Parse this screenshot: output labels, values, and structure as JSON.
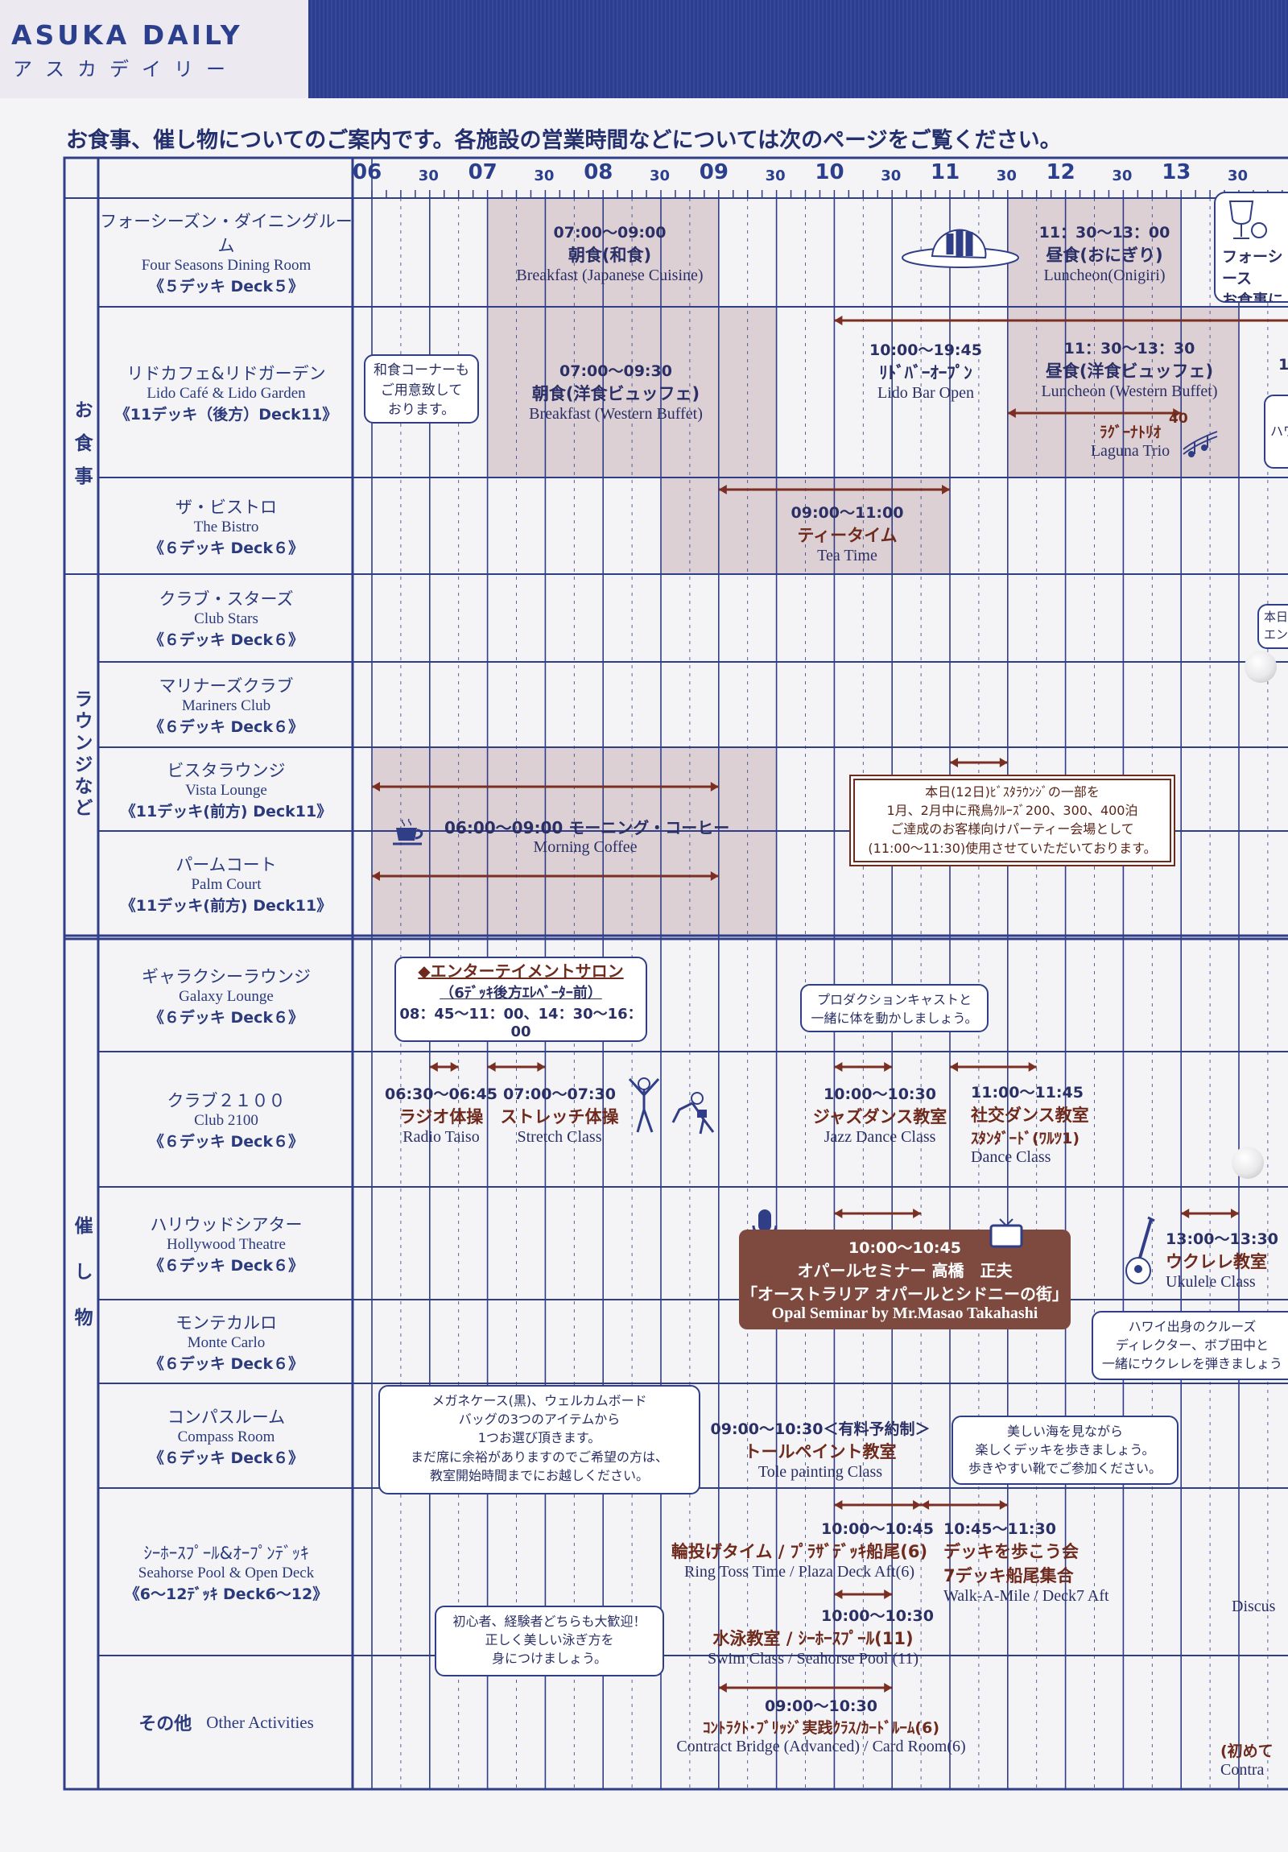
{
  "masthead": {
    "title_en": "ASUKA DAILY",
    "title_jp": "アスカデイリー"
  },
  "intro": "お食事、催し物についてのご案内です。各施設の営業時間などについては次のページをご覧ください。",
  "time_axis": [
    "06",
    "30",
    "07",
    "30",
    "08",
    "30",
    "09",
    "30",
    "10",
    "30",
    "11",
    "30",
    "12",
    "30",
    "13",
    "30"
  ],
  "groups": {
    "dining": "お食事",
    "lounge": "ラウンジなど",
    "events": "催し物"
  },
  "rows": [
    {
      "jp": "フォーシーズン・ダイニングルーム",
      "en": "Four Seasons Dining Room",
      "deck": "《５デッキ Deck５》"
    },
    {
      "jp": "リドカフェ&リドガーデン",
      "en": "Lido Café & Lido Garden",
      "deck": "《11デッキ（後方）Deck11》"
    },
    {
      "jp": "ザ・ビストロ",
      "en": "The Bistro",
      "deck": "《６デッキ Deck６》"
    },
    {
      "jp": "クラブ・スターズ",
      "en": "Club Stars",
      "deck": "《６デッキ Deck６》"
    },
    {
      "jp": "マリナーズクラブ",
      "en": "Mariners Club",
      "deck": "《６デッキ Deck６》"
    },
    {
      "jp": "ビスタラウンジ",
      "en": "Vista Lounge",
      "deck": "《11デッキ(前方) Deck11》"
    },
    {
      "jp": "パームコート",
      "en": "Palm Court",
      "deck": "《11デッキ(前方) Deck11》"
    },
    {
      "jp": "ギャラクシーラウンジ",
      "en": "Galaxy Lounge",
      "deck": "《６デッキ Deck６》"
    },
    {
      "jp": "クラブ２１００",
      "en": "Club 2100",
      "deck": "《６デッキ Deck６》"
    },
    {
      "jp": "ハリウッドシアター",
      "en": "Hollywood Theatre",
      "deck": "《６デッキ Deck６》"
    },
    {
      "jp": "モンテカルロ",
      "en": "Monte Carlo",
      "deck": "《６デッキ Deck６》"
    },
    {
      "jp": "コンパスルーム",
      "en": "Compass Room",
      "deck": "《６デッキ Deck６》"
    },
    {
      "jp": "ｼｰﾎｰｽﾌﾟｰﾙ&ｵｰﾌﾟﾝﾃﾞｯｷ",
      "en": "Seahorse Pool & Open Deck",
      "deck": "《6～12ﾃﾞｯｷ Deck6～12》"
    },
    {
      "jp": "その他",
      "en": "Other Activities",
      "deck": ""
    }
  ],
  "events": {
    "fs_breakfast": {
      "time": "07:00～09:00",
      "jp": "朝食(和食)",
      "en": "Breakfast (Japanese Cuisine)"
    },
    "fs_lunch": {
      "time": "11：30～13：00",
      "jp": "昼食(おにぎり)",
      "en": "Luncheon(Onigiri)"
    },
    "fs_cut": {
      "line1": "フォーシース",
      "line2": "お食事に"
    },
    "lido_breakfast": {
      "time": "07:00～09:30",
      "jp": "朝食(洋食ビュッフェ)",
      "en": "Breakfast (Western Buffet)"
    },
    "lido_bar": {
      "time": "10:00～19:45",
      "jp": "ﾘﾄﾞﾊﾞｰｵｰﾌﾟﾝ",
      "en": "Lido Bar Open"
    },
    "lido_lunch": {
      "time": "11：30～13：30",
      "jp": "昼食(洋食ビュッフェ)",
      "en": "Luncheon (Western Buffet)"
    },
    "laguna": {
      "jp": "ﾗｸﾞｰﾅﾄﾘｵ",
      "num": "40",
      "en": "Laguna Trio"
    },
    "lido_cut": "ハワ",
    "tea": {
      "time": "09:00～11:00",
      "jp": "ティータイム",
      "en": "Tea Time"
    },
    "morning_coffee": {
      "label": "06:00～09:00 モーニング・コーヒー",
      "en": "Morning Coffee"
    },
    "ent_salon": {
      "title": "◆エンターテイメントサロン",
      "sub": "（6ﾃﾞｯｷ後方ｴﾚﾍﾞｰﾀｰ前）",
      "time": "08：45～11：00、14：30～16：00"
    },
    "radio": {
      "time": "06:30～06:45",
      "jp": "ラジオ体操",
      "en": "Radio Taiso"
    },
    "stretch": {
      "time": "07:00～07:30",
      "jp": "ストレッチ体操",
      "en": "Stretch Class"
    },
    "jazz": {
      "time": "10:00～10:30",
      "jp": "ジャズダンス教室",
      "en": "Jazz Dance Class"
    },
    "social": {
      "time": "11:00～11:45",
      "jp": "社交ダンス教室",
      "jp2": "ｽﾀﾝﾀﾞｰﾄﾞ(ﾜﾙﾂ1)",
      "en": "Dance Class"
    },
    "opal": {
      "time": "10:00～10:45",
      "line1": "オパールセミナー 高橋　正夫",
      "line2": "「オーストラリア オパールとシドニーの街」",
      "en": "Opal Seminar by Mr.Masao Takahashi"
    },
    "ukulele": {
      "time": "13:00～13:30",
      "jp": "ウクレレ教室",
      "en": "Ukulele Class"
    },
    "tole": {
      "time": "09:00～10:30＜有料予約制＞",
      "jp": "トールペイント教室",
      "en": "Tole painting Class"
    },
    "ringtoss": {
      "time": "10:00～10:45",
      "jp": "輪投げタイム / ﾌﾟﾗｻﾞﾃﾞｯｷ船尾(6)",
      "en": "Ring Toss Time / Plaza Deck Aft(6)"
    },
    "walk": {
      "time": "10:45～11:30",
      "jp": "デッキを歩こう会",
      "jp2": "7デッキ船尾集合",
      "en": "Walk-A-Mile / Deck7 Aft"
    },
    "swim": {
      "time": "10:00～10:30",
      "jp": "水泳教室 / ｼｰﾎｰｽﾌﾟｰﾙ(11)",
      "en": "Swim Class / Seahorse Pool (11)"
    },
    "bridge": {
      "time": "09:00～10:30",
      "jp": "ｺﾝﾄﾗｸﾄ･ﾌﾞﾘｯｼﾞ実践ｸﾗｽ/ｶｰﾄﾞﾙｰﾑ(6)",
      "en": "Contract Bridge (Advanced) / Card Room(6)"
    },
    "cut_right": {
      "discuss": "Discus",
      "first": "(初めて",
      "contra": "Contra",
      "club_stars": "本日",
      "club_stars2": "エン",
      "lido_num": "1"
    }
  },
  "notes": {
    "washoku": [
      "和食コーナーも",
      "ご用意致して",
      "おります。"
    ],
    "vista": [
      "本日(12日)ﾋﾞｽﾀﾗｳﾝｼﾞの一部を",
      "1月、2月中に飛鳥ｸﾙｰｽﾞ200、300、400泊",
      "ご達成のお客様向けパーティー会場として",
      "(11:00～11:30)使用させていただいております。"
    ],
    "production": [
      "プロダクションキャストと",
      "一緒に体を動かしましょう。"
    ],
    "hawaii": [
      "ハワイ出身のクルーズ",
      "ディレクター、ボブ田中と",
      "一緒にウクレレを弾きましょう"
    ],
    "megane": [
      "メガネケース(黒)、ウェルカムボード",
      "バッグの3つのアイテムから",
      "1つお選び頂きます。",
      "まだ席に余裕がありますのでご希望の方は、",
      "教室開始時間までにお越しください。"
    ],
    "sea": [
      "美しい海を見ながら",
      "楽しくデッキを歩きましょう。",
      "歩きやすい靴でご参加ください。"
    ],
    "swim": [
      "初心者、経験者どちらも大歓迎！",
      "正しく美しい泳ぎ方を",
      "身につけましょう。"
    ]
  },
  "colors": {
    "navy": "#2b3f8c",
    "grid": "#2f3e86",
    "shade": "#ddd0d4",
    "arrow": "#7a2f22",
    "opal": "#7e4a3f"
  }
}
